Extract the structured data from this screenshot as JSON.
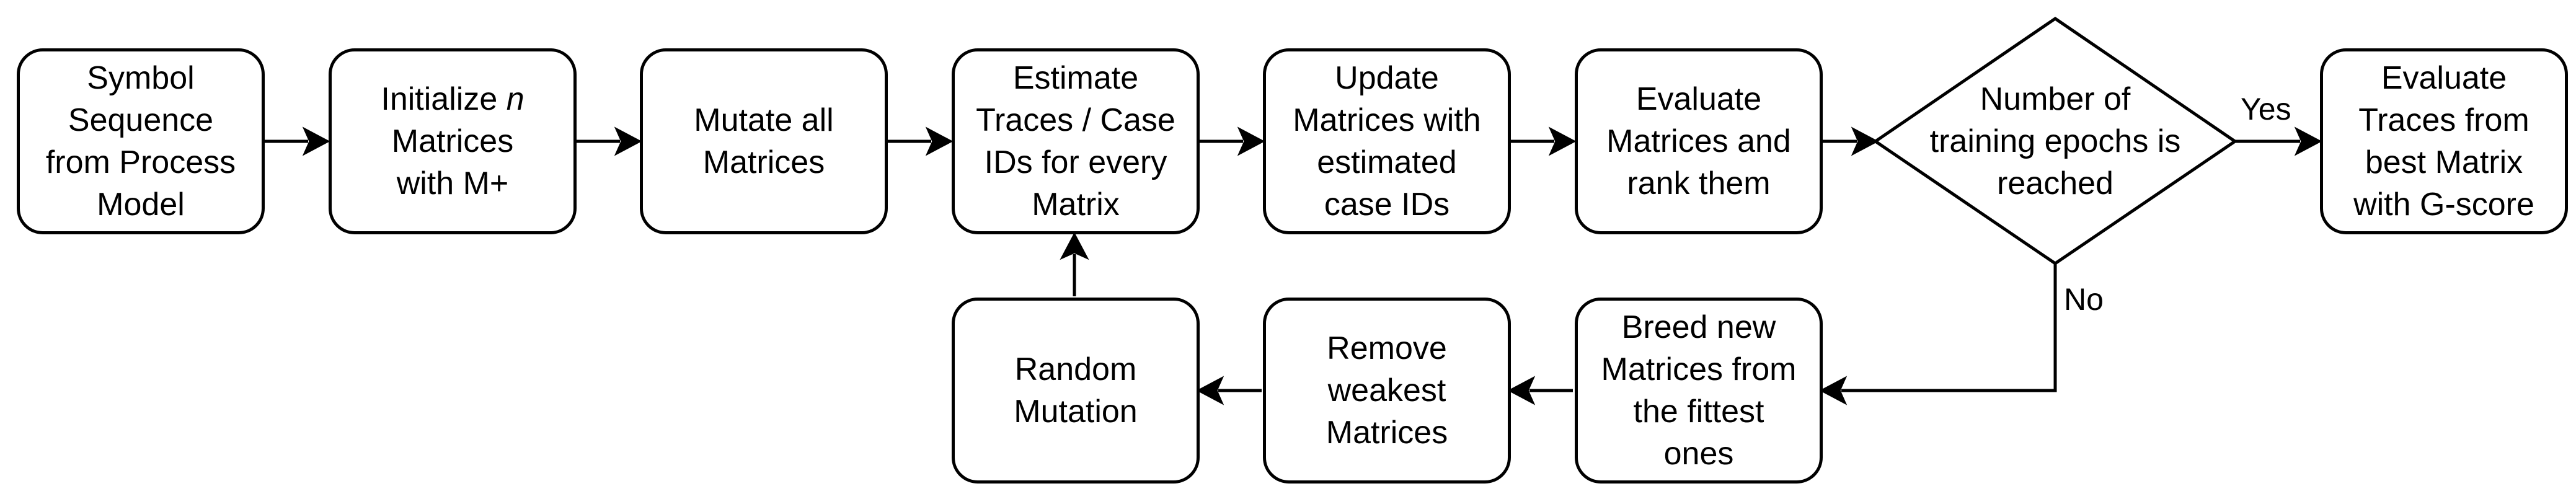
{
  "nodes": {
    "symbol_sequence": [
      "Symbol",
      "Sequence",
      "from Process",
      "Model"
    ],
    "initialize": {
      "line1_prefix": "Initialize ",
      "line1_var": "n",
      "line2": "Matrices",
      "line3": "with M+"
    },
    "mutate_all": [
      "Mutate all",
      "Matrices"
    ],
    "estimate_traces": [
      "Estimate",
      "Traces / Case",
      "IDs for every",
      "Matrix"
    ],
    "update_matrices": [
      "Update",
      "Matrices with",
      "estimated",
      "case IDs"
    ],
    "evaluate_rank": [
      "Evaluate",
      "Matrices and",
      "rank them"
    ],
    "decision": [
      "Number of",
      "training epochs is",
      "reached"
    ],
    "evaluate_best": [
      "Evaluate",
      "Traces from",
      "best Matrix",
      "with G-score"
    ],
    "breed": [
      "Breed new",
      "Matrices from",
      "the fittest",
      "ones"
    ],
    "remove_weakest": [
      "Remove",
      "weakest",
      "Matrices"
    ],
    "random_mutation": [
      "Random",
      "Mutation"
    ]
  },
  "edges": {
    "yes_label": "Yes",
    "no_label": "No"
  },
  "colors": {
    "stroke": "#000000",
    "fill": "#ffffff",
    "text": "#000000"
  }
}
